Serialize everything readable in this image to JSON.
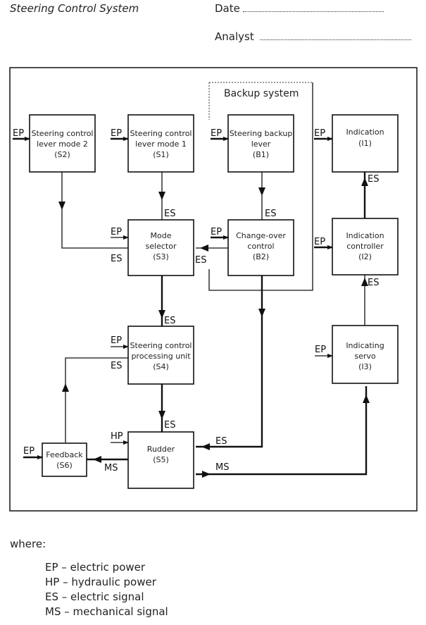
{
  "header": {
    "title": "Steering Control System",
    "date_label": "Date",
    "analyst_label": "Analyst"
  },
  "diagram": {
    "section_label": "Backup system",
    "blocks": {
      "S2": {
        "lines": [
          "Steering control",
          "lever mode 2",
          "(S2)"
        ]
      },
      "S1": {
        "lines": [
          "Steering control",
          "lever mode 1",
          "(S1)"
        ]
      },
      "B1": {
        "lines": [
          "Steering backup",
          "lever",
          "(B1)"
        ]
      },
      "I1": {
        "lines": [
          "Indication",
          "(I1)"
        ]
      },
      "S3": {
        "lines": [
          "Mode",
          "selector",
          "(S3)"
        ]
      },
      "B2": {
        "lines": [
          "Change-over",
          "control",
          "(B2)"
        ]
      },
      "I2": {
        "lines": [
          "Indication",
          "controller",
          "(I2)"
        ]
      },
      "S4": {
        "lines": [
          "Steering control",
          "processing unit",
          "(S4)"
        ]
      },
      "I3": {
        "lines": [
          "Indicating",
          "servo",
          "(I3)"
        ]
      },
      "S6": {
        "lines": [
          "Feedback",
          "(S6)"
        ]
      },
      "S5": {
        "lines": [
          "Rudder",
          "(S5)"
        ]
      }
    },
    "signals": {
      "ep": "EP",
      "hp": "HP",
      "es": "ES",
      "ms": "MS"
    }
  },
  "legend": {
    "intro": "where:",
    "items": [
      {
        "code": "EP",
        "meaning": "electric power"
      },
      {
        "code": "HP",
        "meaning": "hydraulic power"
      },
      {
        "code": "ES",
        "meaning": "electric signal"
      },
      {
        "code": "MS",
        "meaning": "mechanical signal"
      }
    ]
  }
}
